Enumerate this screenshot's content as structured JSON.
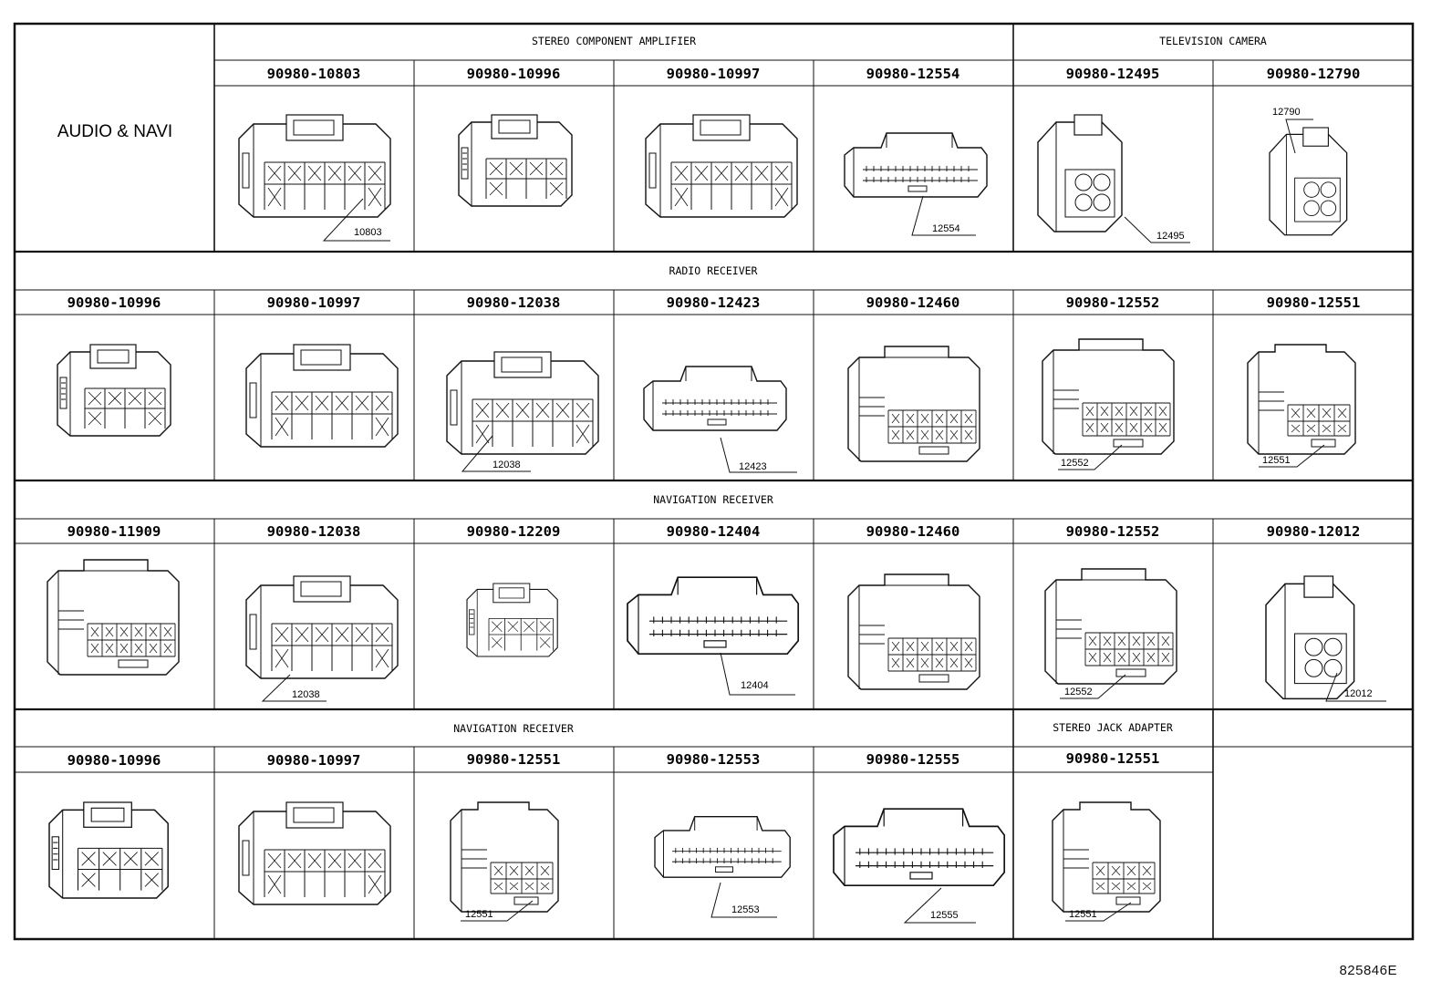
{
  "title": "AUDIO & NAVI",
  "drawing_ref": "825846E",
  "sections": [
    {
      "label": "STEREO COMPONENT AMPLIFIER"
    },
    {
      "label": "TELEVISION CAMERA"
    },
    {
      "label": "RADIO RECEIVER"
    },
    {
      "label": "NAVIGATION RECEIVER"
    },
    {
      "label": "NAVIGATION RECEIVER"
    },
    {
      "label": "STEREO JACK ADAPTER"
    }
  ],
  "parts": {
    "row1": [
      "90980-10803",
      "90980-10996",
      "90980-10997",
      "90980-12554",
      "90980-12495",
      "90980-12790"
    ],
    "row2": [
      "90980-10996",
      "90980-10997",
      "90980-12038",
      "90980-12423",
      "90980-12460",
      "90980-12552",
      "90980-12551"
    ],
    "row3": [
      "90980-11909",
      "90980-12038",
      "90980-12209",
      "90980-12404",
      "90980-12460",
      "90980-12552",
      "90980-12012"
    ],
    "row4": [
      "90980-10996",
      "90980-10997",
      "90980-12551",
      "90980-12553",
      "90980-12555",
      "90980-12551"
    ]
  },
  "callouts": {
    "row1": [
      "10803",
      "",
      "",
      "12554",
      "12495",
      "12790"
    ],
    "row2": [
      "",
      "",
      "12038",
      "12423",
      "",
      "12552",
      "12551"
    ],
    "row3": [
      "",
      "12038",
      "",
      "12404",
      "",
      "12552",
      "12012"
    ],
    "row4": [
      "",
      "",
      "12551",
      "12553",
      "12555",
      "12551"
    ]
  }
}
